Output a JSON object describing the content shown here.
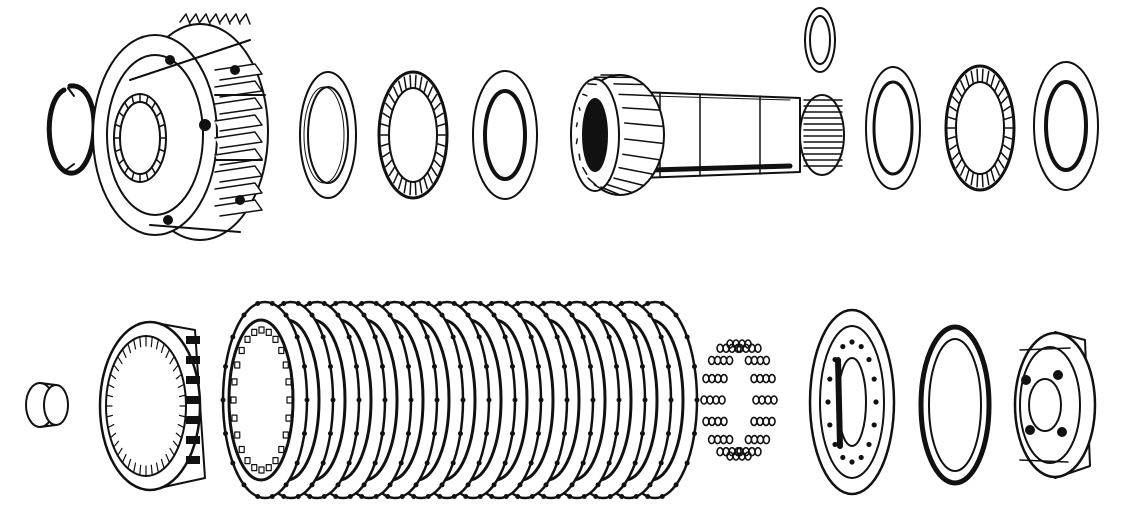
{
  "diagram": {
    "style": "exploded-view line drawing",
    "ink_color": "#111111",
    "paper_color": "#ffffff",
    "parts": [
      {
        "id": "snap-ring",
        "row": "top"
      },
      {
        "id": "planet-carrier",
        "row": "top"
      },
      {
        "id": "thrust-washer-1",
        "row": "top"
      },
      {
        "id": "needle-thrust-bearing-1",
        "row": "top"
      },
      {
        "id": "thrust-washer-2",
        "row": "top"
      },
      {
        "id": "small-washer",
        "row": "top"
      },
      {
        "id": "sun-gear-shaft",
        "row": "top"
      },
      {
        "id": "thrust-washer-3",
        "row": "top"
      },
      {
        "id": "needle-thrust-bearing-2",
        "row": "top"
      },
      {
        "id": "thrust-washer-4",
        "row": "top"
      },
      {
        "id": "bushing",
        "row": "bottom"
      },
      {
        "id": "clutch-drum",
        "row": "bottom"
      },
      {
        "id": "clutch-plate-pack",
        "row": "bottom"
      },
      {
        "id": "clutch-springs",
        "row": "bottom"
      },
      {
        "id": "clutch-piston",
        "row": "bottom"
      },
      {
        "id": "seal-ring",
        "row": "bottom"
      },
      {
        "id": "clutch-hub",
        "row": "bottom"
      }
    ]
  }
}
